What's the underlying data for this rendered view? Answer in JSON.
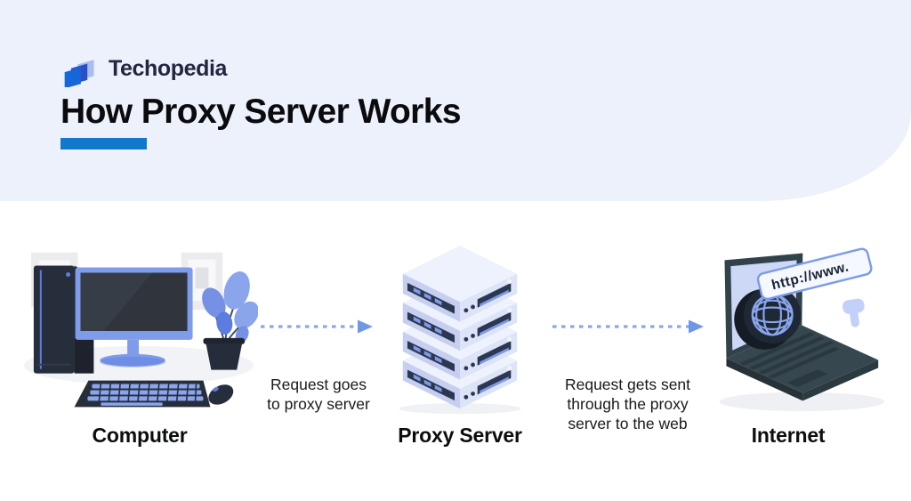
{
  "header": {
    "brand": "Techopedia",
    "title": "How Proxy Server Works",
    "colors": {
      "background": "#EDF1FC",
      "accent_bar": "#1278CC",
      "brand_text": "#23263F",
      "title_text": "#0B0B0D"
    },
    "logo": {
      "icon": "techopedia-logo",
      "colors": {
        "back": "#A9BCF3",
        "middle": "#2B50C6",
        "front": "#1567D9"
      }
    }
  },
  "diagram": {
    "arrow_style": {
      "type": "dashed-arrow-right",
      "color": "#86A7EC",
      "head_color": "#6F96E8"
    },
    "nodes": [
      {
        "id": "computer",
        "label": "Computer",
        "illustration": "desktop-computer"
      },
      {
        "id": "proxy-server",
        "label": "Proxy Server",
        "illustration": "server-stack"
      },
      {
        "id": "internet",
        "label": "Internet",
        "illustration": "laptop-globe",
        "browser_text": "http://www."
      }
    ],
    "arrows": [
      {
        "from": "computer",
        "to": "proxy-server",
        "caption_lines": [
          "Request goes",
          "to proxy server"
        ]
      },
      {
        "from": "proxy-server",
        "to": "internet",
        "caption_lines": [
          "Request gets sent",
          "through the proxy",
          "server to the web"
        ]
      }
    ],
    "illustration_palette": {
      "periwinkle": "#8AA5EC",
      "medium_blue": "#5D7CE0",
      "dark_navy": "#262D3A",
      "server_light": "#EEF2FC",
      "server_mid": "#C6CFEF",
      "server_side": "#DDE4F8",
      "slot_navy": "#2C3752",
      "laptop_teal": "#37474F",
      "screen_lavender": "#CDD7F6"
    }
  }
}
